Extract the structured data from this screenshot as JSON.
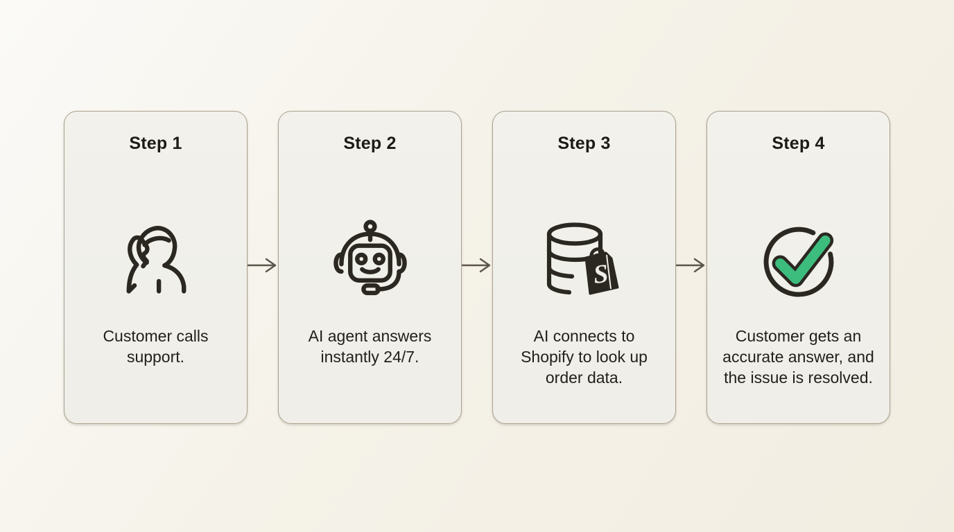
{
  "diagram": {
    "steps": [
      {
        "label": "Step 1",
        "description": "Customer calls support.",
        "icon": "person-on-phone-icon"
      },
      {
        "label": "Step 2",
        "description": "AI agent answers instantly 24/7.",
        "icon": "robot-headset-icon"
      },
      {
        "label": "Step 3",
        "description": "AI connects to Shopify to look up order data.",
        "icon": "database-shopify-icon"
      },
      {
        "label": "Step 4",
        "description": "Customer gets an accurate answer, and the issue is resolved.",
        "icon": "check-circle-icon"
      }
    ],
    "shopify_badge_letter": "S",
    "colors": {
      "background": "#f5f2e9",
      "card_background": "#f0efe9",
      "card_border": "#a9a090",
      "icon_stroke": "#2b2721",
      "accent_green": "#3dbd7d",
      "arrow": "#5a544b",
      "text": "#23201a"
    }
  }
}
